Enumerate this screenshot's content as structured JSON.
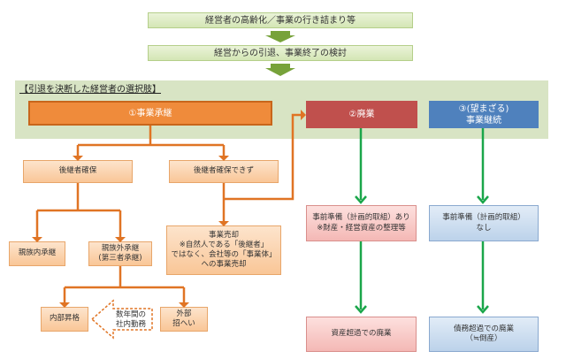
{
  "top_flow": {
    "step1": "経営者の高齢化／事業の行き詰まり等",
    "step2": "経営からの引退、事業終了の検討"
  },
  "panel": {
    "title": "【引退を決断した経営者の選択肢】",
    "option1": "①事業承継",
    "option2": "②廃業",
    "option3_line1": "③(望まざる)",
    "option3_line2": "事業継続"
  },
  "succession": {
    "successor_secured": "後継者確保",
    "successor_not_secured": "後継者確保できず",
    "family": "親族内承継",
    "non_family_line1": "親族外承継",
    "non_family_line2": "(第三者承継)",
    "internal": "内部昇格",
    "external_line1": "外部",
    "external_line2": "招へい",
    "callout_line1": "数年間の",
    "callout_line2": "社内勤務",
    "sale_lines": [
      "事業売却",
      "※自然人である「後継者」",
      "ではなく、会社等の「事業体」",
      "への事業売却"
    ]
  },
  "closure": {
    "prep_line1": "事前準備（計画的取組）あり",
    "prep_line2": "※財産・経営資産の整理等",
    "result": "資産超過での廃業"
  },
  "continuation": {
    "prep_line1": "事前準備（計画的取組）",
    "prep_line2": "なし",
    "result_line1": "債務超過での廃業",
    "result_line2": "（≒倒産）"
  },
  "colors": {
    "orange": "#ef8b3b",
    "orange_line": "#e07424",
    "red": "#c0504d",
    "blue": "#4f81bd",
    "green_arrow": "#1aa64a",
    "green_top_arrow": "#77a23a",
    "panel_bg": "#d8e4c4"
  }
}
